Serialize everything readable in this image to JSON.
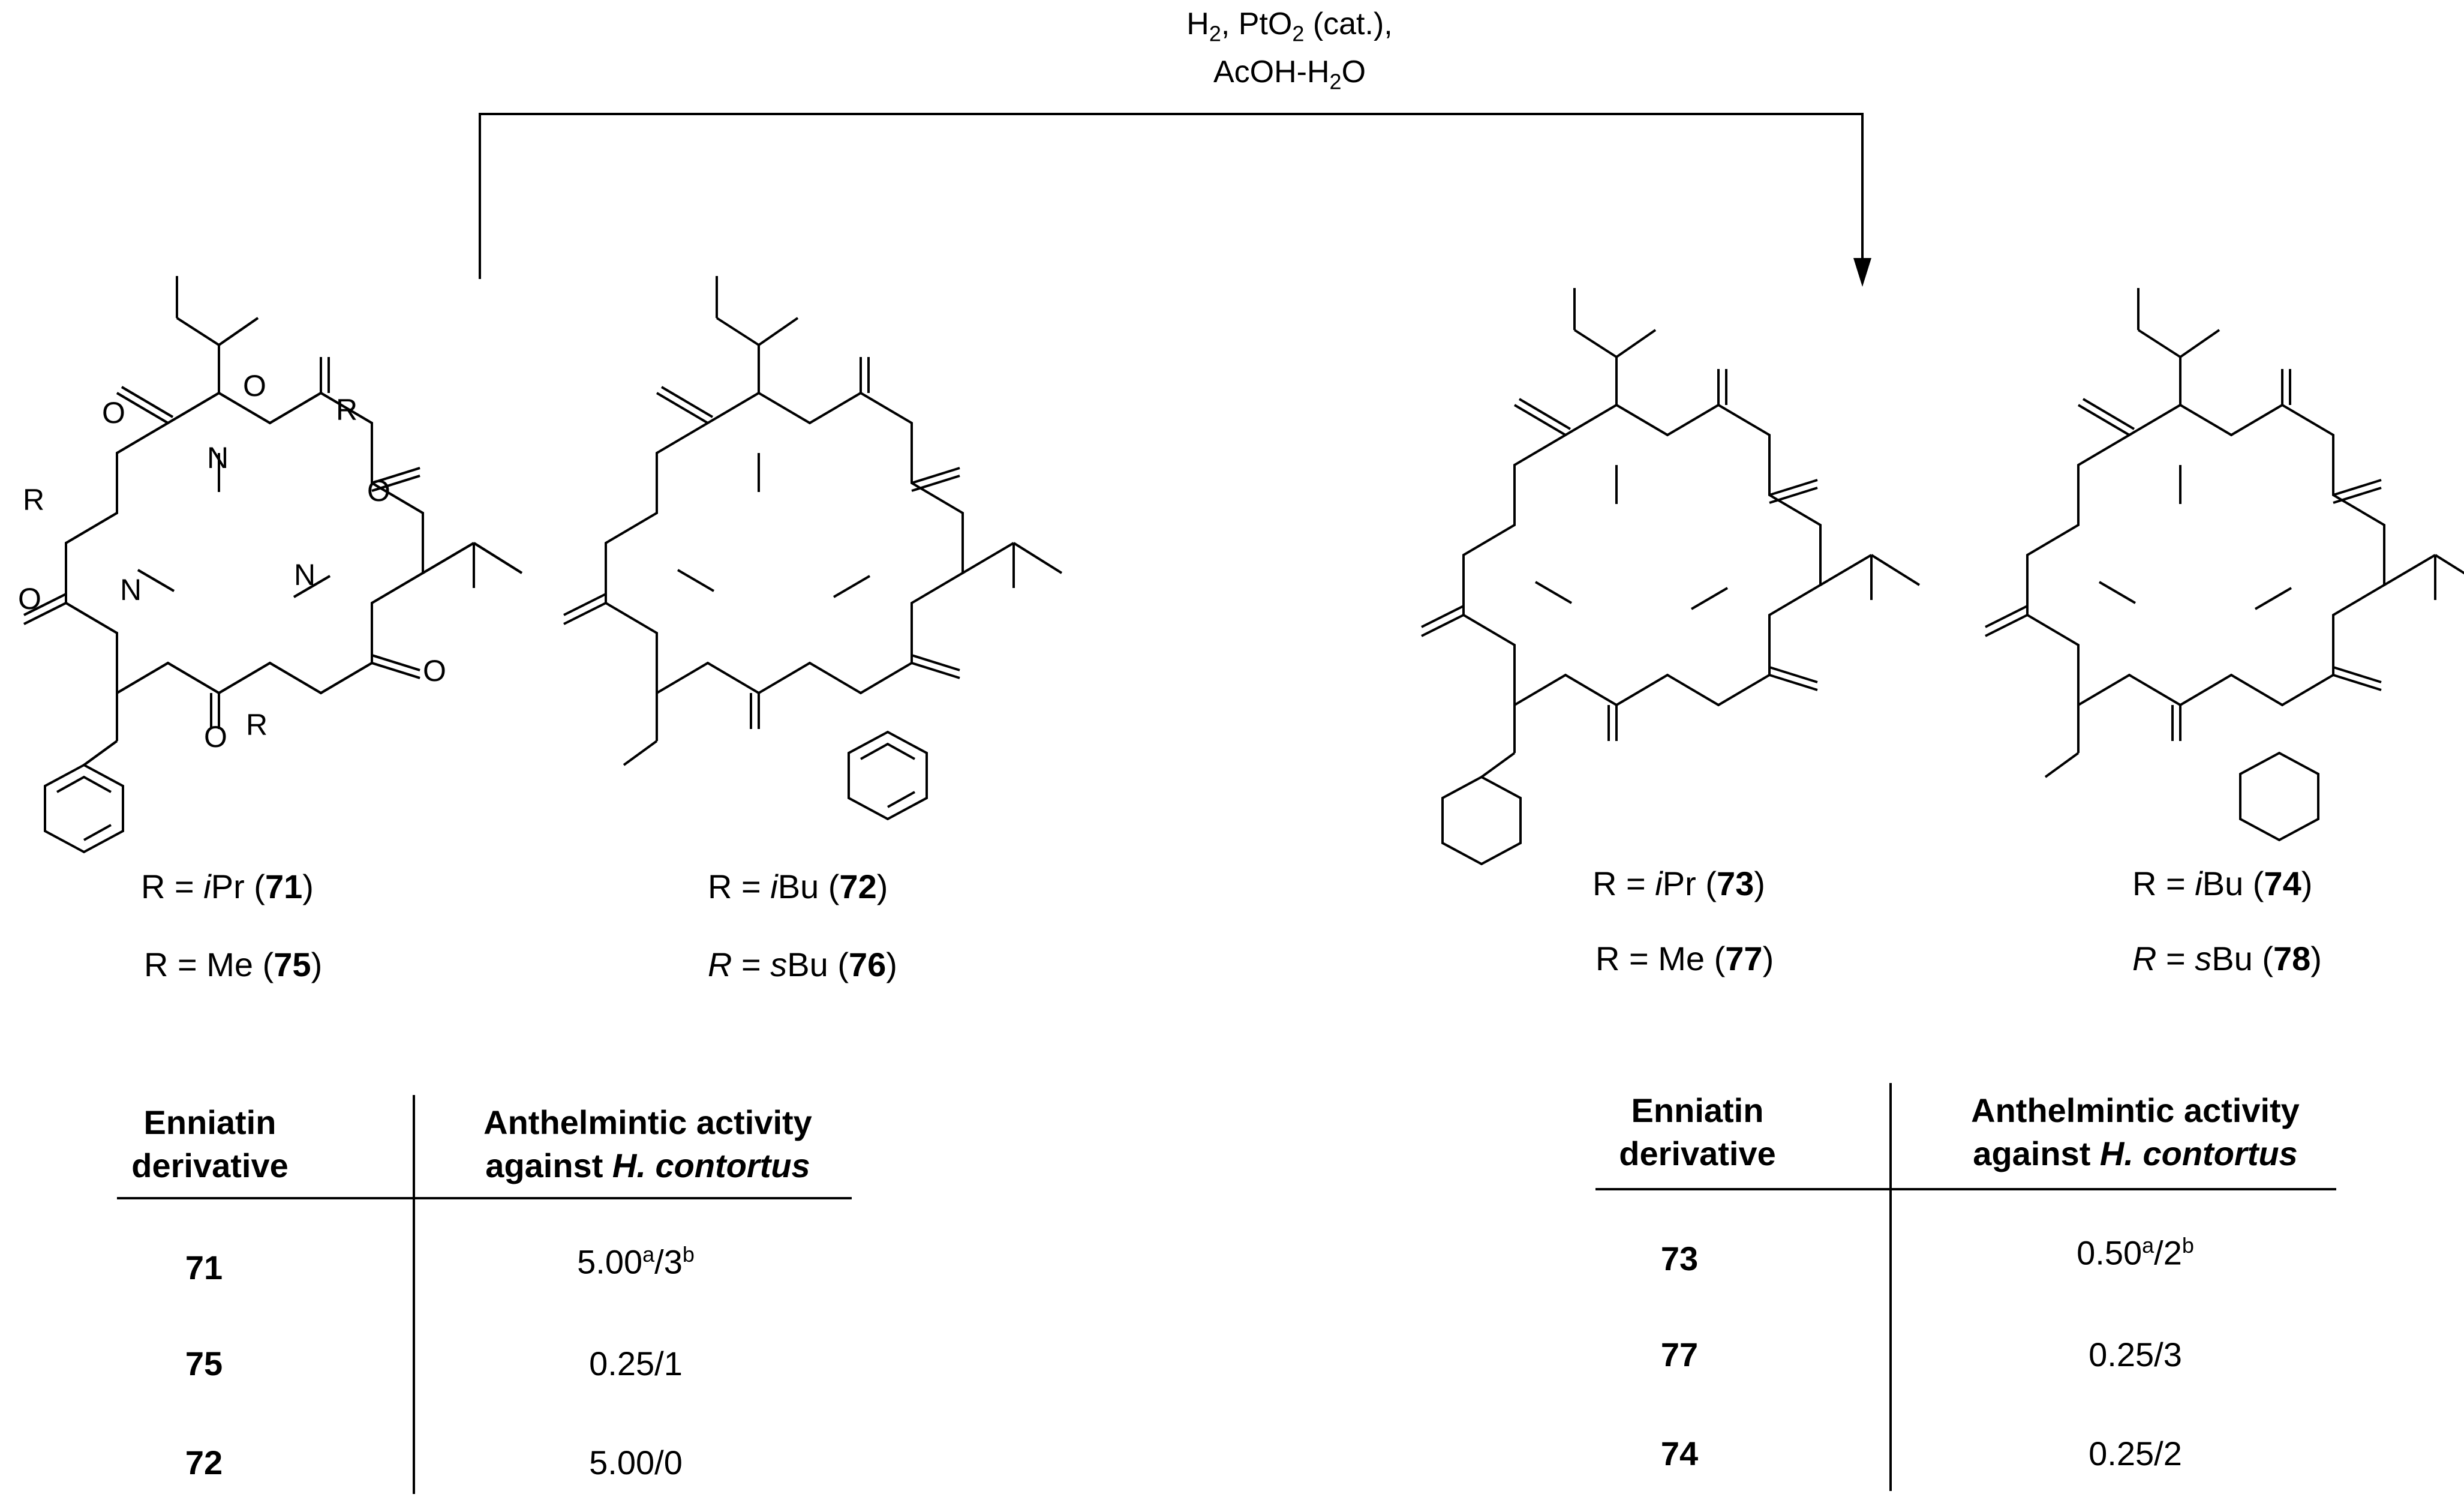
{
  "reaction": {
    "condition_line1_main": "H",
    "condition_line1_sub": "2",
    "condition_line1_rest": ", PtO",
    "condition_line1_sub2": "2",
    "condition_line1_end": " (cat.),",
    "condition_line2_a": "AcOH-H",
    "condition_line2_sub": "2",
    "condition_line2_b": "O"
  },
  "compounds_left": [
    {
      "r_label": "R = ",
      "r_italic": "i",
      "r_group": "Pr (",
      "number": "71",
      "close": ")"
    },
    {
      "r_label": "R = Me (",
      "r_italic": "",
      "r_group": "",
      "number": "75",
      "close": ")"
    },
    {
      "r_label": "R = ",
      "r_italic": "i",
      "r_group": "Bu (",
      "number": "72",
      "close": ")"
    },
    {
      "r_label": "",
      "r_italic": "R",
      "r_group": " = ",
      "r_italic2": "s",
      "r_group2": "Bu (",
      "number": "76",
      "close": ")"
    }
  ],
  "compounds_right": [
    {
      "r_label": "R = ",
      "r_italic": "i",
      "r_group": "Pr (",
      "number": "73",
      "close": ")"
    },
    {
      "r_label": "R = Me (",
      "r_italic": "",
      "r_group": "",
      "number": "77",
      "close": ")"
    },
    {
      "r_label": "R = ",
      "r_italic": "i",
      "r_group": "Bu (",
      "number": "74",
      "close": ")"
    },
    {
      "r_label": "",
      "r_italic": "R",
      "r_group": " = ",
      "r_italic2": "s",
      "r_group2": "Bu (",
      "number": "78",
      "close": ")"
    }
  ],
  "atoms": {
    "O": "O",
    "N": "N",
    "R": "R"
  },
  "table_left": {
    "header_col1_line1": "Enniatin",
    "header_col1_line2": "derivative",
    "header_col2_line1": "Anthelmintic activity",
    "header_col2_line2a": "against ",
    "header_col2_line2b": "H. contortus",
    "rows": [
      {
        "compound": "71",
        "value_main": "5.00",
        "sup_a": "a",
        "mid": "/3",
        "sup_b": "b"
      },
      {
        "compound": "75",
        "value_main": "0.25/1",
        "sup_a": "",
        "mid": "",
        "sup_b": ""
      },
      {
        "compound": "72",
        "value_main": "5.00/0",
        "sup_a": "",
        "mid": "",
        "sup_b": ""
      }
    ]
  },
  "table_right": {
    "header_col1_line1": "Enniatin",
    "header_col1_line2": "derivative",
    "header_col2_line1": "Anthelmintic activity",
    "header_col2_line2a": "against ",
    "header_col2_line2b": "H. contortus",
    "rows": [
      {
        "compound": "73",
        "value_main": "0.50",
        "sup_a": "a",
        "mid": "/2",
        "sup_b": "b"
      },
      {
        "compound": "77",
        "value_main": "0.25/3",
        "sup_a": "",
        "mid": "",
        "sup_b": ""
      },
      {
        "compound": "74",
        "value_main": "0.25/2",
        "sup_a": "",
        "mid": "",
        "sup_b": ""
      }
    ]
  }
}
